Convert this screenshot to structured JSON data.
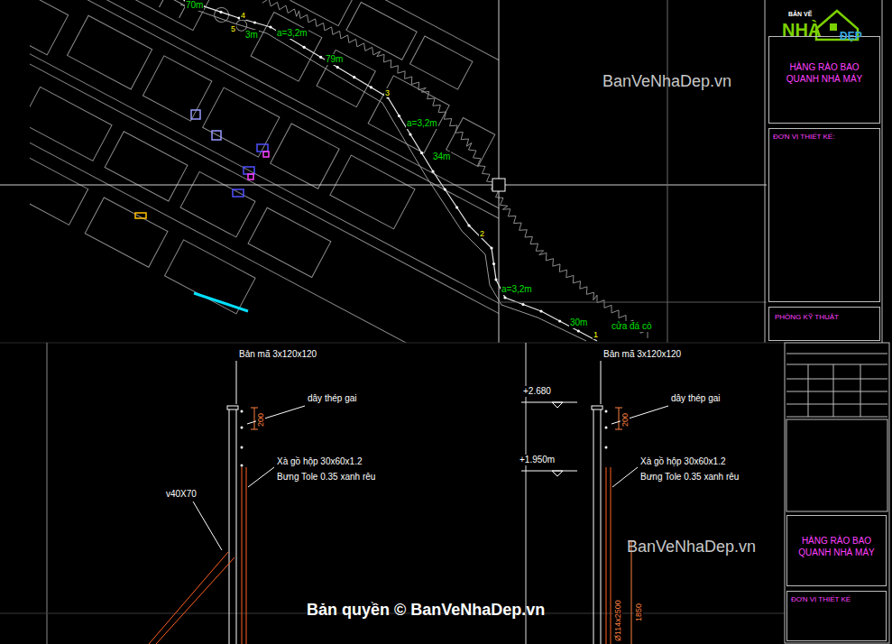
{
  "diagram": {
    "nodes": [
      {
        "text": [
          "HÀNG RÀO BAO QUANH NHÀ MÁY"
        ]
      },
      {
        "text": [
          "ĐƠN VỊ THIẾT KẾ:"
        ]
      },
      {
        "text": [
          "PHÒNG KỸ THUẬT"
        ]
      },
      {
        "text": [
          "HÀNG RÀO BAO QUANH NHÀ MÁY"
        ]
      },
      {
        "text": [
          "ĐƠN VỊ THIẾT KẾ"
        ]
      }
    ],
    "labels": [
      "70m",
      "4",
      "5",
      "3m",
      "a=3,2m",
      "79m",
      "3",
      "a=3,2m",
      "34m",
      "2",
      "a=3,2m",
      "30m",
      "cửa đá cò",
      "1",
      "BanVeNhaDep.vn",
      "BanVeNhaDep.vn",
      "Bản quyền © BanVeNhaDep.vn",
      "Bản mã 3x120x120",
      "dây thép gai",
      "200",
      "Xà gồ hộp 30x60x1.2",
      "Bưng Tole 0.35 xanh rêu",
      "v40X70",
      "Bản mã 3x120x120",
      "+2.680",
      "dây thép gai",
      "+1.950m",
      "200",
      "Xà gồ hộp 30x60x1.2",
      "Bưng Tole 0.35 xanh rêu",
      "1850",
      "Ø114x2500",
      "BẢN VẼ",
      "NHÀ",
      "ĐẸP"
    ]
  }
}
